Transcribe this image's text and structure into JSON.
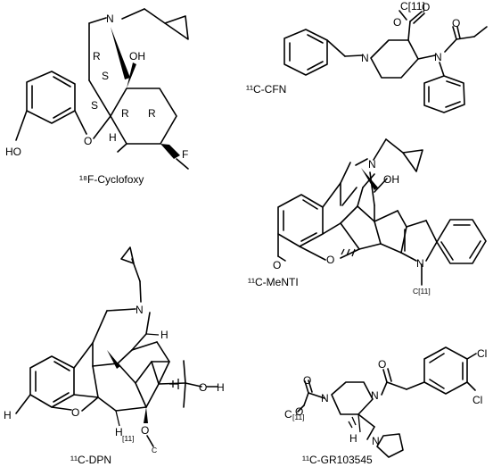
{
  "molecules": [
    {
      "caption": "¹⁸F-Cyclofoxy",
      "atoms": [
        "N",
        "OH",
        "R",
        "S",
        "S",
        "R",
        "R",
        "H",
        "F",
        "HO",
        "O"
      ]
    },
    {
      "caption": "¹¹C-CFN",
      "atoms": [
        "C[11]",
        "O",
        "O",
        "N",
        "N",
        "O"
      ]
    },
    {
      "caption": "¹¹C-MeNTI",
      "atoms": [
        "N",
        "OH",
        "O",
        "O",
        "N",
        "C[11]"
      ]
    },
    {
      "caption": "¹¹C-DPN",
      "atoms": [
        "N",
        "H",
        "O",
        "H",
        "O",
        "H",
        "O",
        "H",
        "[11]",
        "C"
      ]
    },
    {
      "caption": "¹¹C-GR103545",
      "atoms": [
        "O",
        "O",
        "N",
        "N",
        "O",
        "Cl",
        "Cl",
        "C",
        "[11]",
        "H",
        "N"
      ]
    }
  ]
}
